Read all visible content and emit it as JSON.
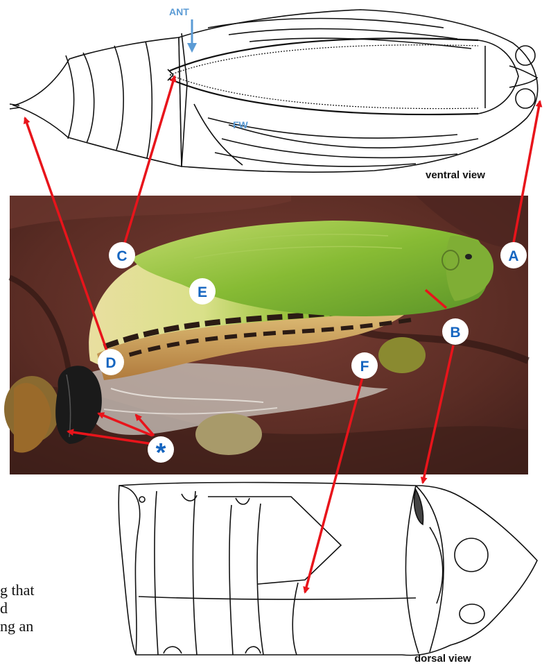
{
  "figure": {
    "view_labels": {
      "ventral": "ventral view",
      "dorsal": "dorsal view"
    },
    "part_labels": {
      "antenna": "ANT",
      "forewing": "FW"
    },
    "markers": {
      "A": "A",
      "B": "B",
      "C": "C",
      "D": "D",
      "E": "E",
      "F": "F",
      "asterisk": "*"
    },
    "body_text_fragments": [
      "g that",
      "d",
      "ng an"
    ],
    "colors": {
      "arrow": "#e8141b",
      "marker_text": "#1565c0",
      "marker_fill": "#ffffff",
      "drawing_label": "#5b9bd5",
      "pupa_green": "#8fc23a",
      "bark": "#5a2e26"
    }
  }
}
